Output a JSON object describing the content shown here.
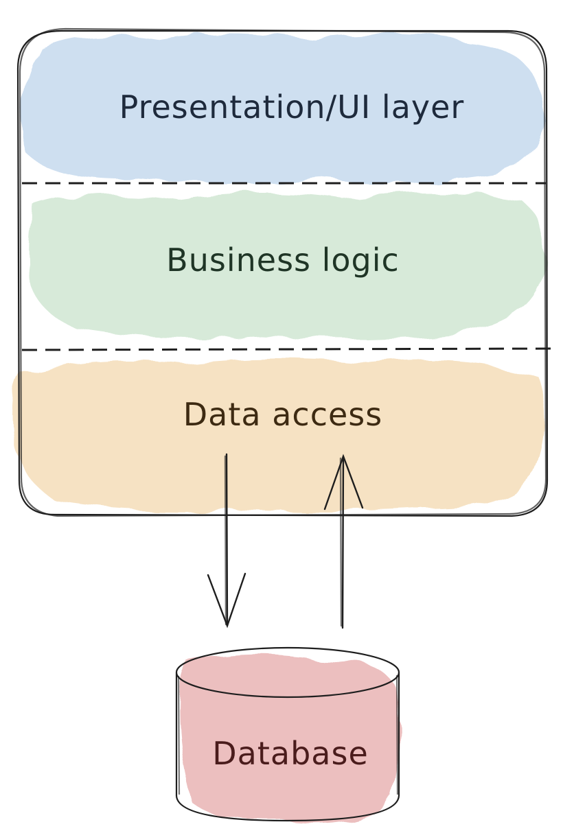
{
  "layers": [
    {
      "label": "Presentation/UI layer",
      "fill": "#c9dcef",
      "text_color": "#1e2a3c"
    },
    {
      "label": "Business logic",
      "fill": "#d3e8d5",
      "text_color": "#1f3526"
    },
    {
      "label": "Data access",
      "fill": "#f6dfbd",
      "text_color": "#3d2a12"
    }
  ],
  "database": {
    "label": "Database",
    "fill": "#ebb9b9",
    "text_color": "#4a1c1c"
  },
  "stroke_color": "#1e1e1e"
}
